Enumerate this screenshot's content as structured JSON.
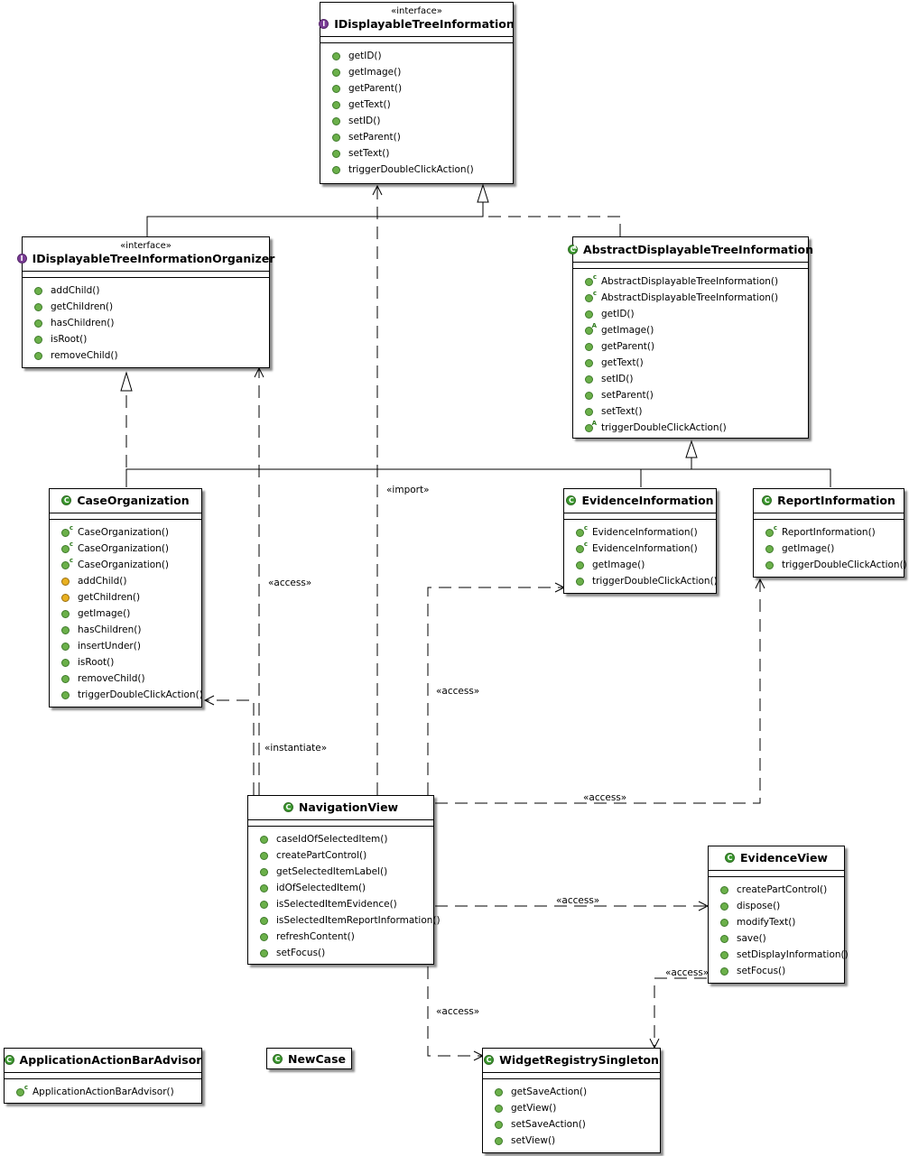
{
  "classes": {
    "idisplayable": {
      "stereotype": "«interface»",
      "name": "IDisplayableTreeInformation",
      "methods": [
        "getID()",
        "getImage()",
        "getParent()",
        "getText()",
        "setID()",
        "setParent()",
        "setText()",
        "triggerDoubleClickAction()"
      ]
    },
    "organizer": {
      "stereotype": "«interface»",
      "name": "IDisplayableTreeInformationOrganizer",
      "methods": [
        "addChild()",
        "getChildren()",
        "hasChildren()",
        "isRoot()",
        "removeChild()"
      ]
    },
    "abstract": {
      "name": "AbstractDisplayableTreeInformation",
      "methods": [
        "AbstractDisplayableTreeInformation()",
        "AbstractDisplayableTreeInformation()",
        "getID()",
        "getImage()",
        "getParent()",
        "getText()",
        "setID()",
        "setParent()",
        "setText()",
        "triggerDoubleClickAction()"
      ]
    },
    "caseorg": {
      "name": "CaseOrganization",
      "methods": [
        "CaseOrganization()",
        "CaseOrganization()",
        "CaseOrganization()",
        "addChild()",
        "getChildren()",
        "getImage()",
        "hasChildren()",
        "insertUnder()",
        "isRoot()",
        "removeChild()",
        "triggerDoubleClickAction()"
      ]
    },
    "evidenceinfo": {
      "name": "EvidenceInformation",
      "methods": [
        "EvidenceInformation()",
        "EvidenceInformation()",
        "getImage()",
        "triggerDoubleClickAction()"
      ]
    },
    "reportinfo": {
      "name": "ReportInformation",
      "methods": [
        "ReportInformation()",
        "getImage()",
        "triggerDoubleClickAction()"
      ]
    },
    "navview": {
      "name": "NavigationView",
      "methods": [
        "caseIdOfSelectedItem()",
        "createPartControl()",
        "getSelectedItemLabel()",
        "idOfSelectedItem()",
        "isSelectedItemEvidence()",
        "isSelectedItemReportInformation()",
        "refreshContent()",
        "setFocus()"
      ]
    },
    "evidenceview": {
      "name": "EvidenceView",
      "methods": [
        "createPartControl()",
        "dispose()",
        "modifyText()",
        "save()",
        "setDisplayInformation()",
        "setFocus()"
      ]
    },
    "widget": {
      "name": "WidgetRegistrySingleton",
      "methods": [
        "getSaveAction()",
        "getView()",
        "setSaveAction()",
        "setView()"
      ]
    },
    "appbar": {
      "name": "ApplicationActionBarAdvisor",
      "methods": [
        "ApplicationActionBarAdvisor()"
      ]
    },
    "newcase": {
      "name": "NewCase",
      "methods": []
    }
  },
  "labels": {
    "access_caseorg": "«access»",
    "import": "«import»",
    "instantiate": "«instantiate»",
    "access_evidence": "«access»",
    "access_report": "«access»",
    "access_evidenceview": "«access»",
    "access_widget": "«access»",
    "access_ev_widget": "«access»"
  },
  "icons": {
    "class_letter": "C",
    "interface_letter": "I",
    "constructor_mark": "c",
    "abstract_mark": "A"
  },
  "colors": {
    "class_icon": "#3c9a30",
    "interface_icon": "#7b3d96",
    "public_method": "#6bb04a",
    "protected_method": "#e8b020"
  }
}
